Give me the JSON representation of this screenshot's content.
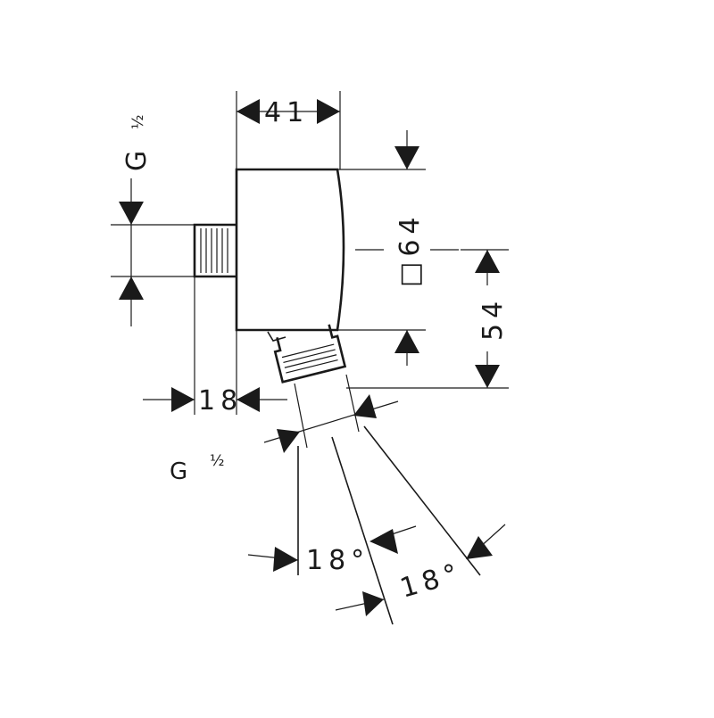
{
  "drawing": {
    "dim_width": "41",
    "dim_square": "□64",
    "dim_height": "54",
    "dim_stub": "18",
    "thread_inlet_letter": "G",
    "thread_inlet_size": "½",
    "thread_outlet_letter": "G",
    "thread_outlet_size": "½",
    "angle_left": "18°",
    "angle_right": "18°"
  }
}
